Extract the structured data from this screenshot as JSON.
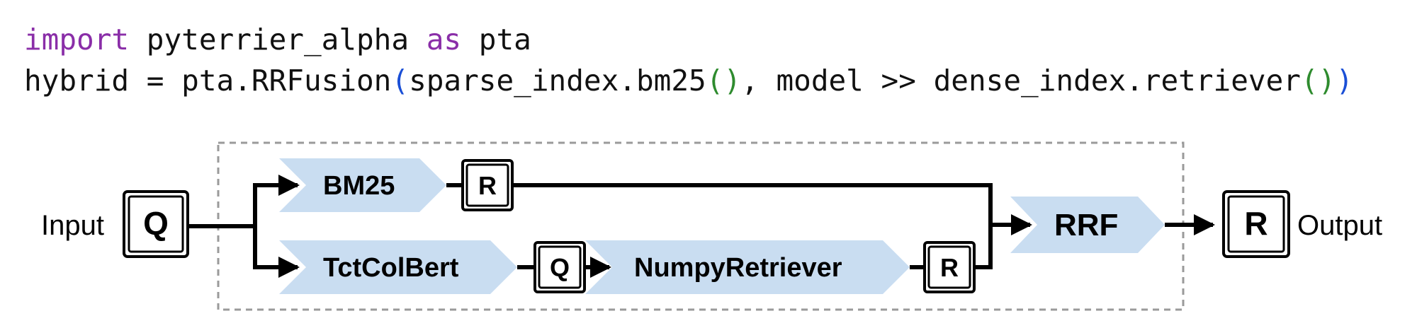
{
  "code": {
    "line1": {
      "kw_import": "import",
      "module": " pyterrier_alpha ",
      "kw_as": "as",
      "alias": " pta"
    },
    "line2": {
      "prefix": "hybrid = pta.RRFusion",
      "open_blue": "(",
      "arg1": "sparse_index.bm25",
      "open_green1": "(",
      "close_green1": ")",
      "middle": ", model >> dense_index.retriever",
      "open_green2": "(",
      "close_green2": ")",
      "close_blue": ")"
    }
  },
  "diagram": {
    "input_label": "Input",
    "output_label": "Output",
    "input_symbol": "Q",
    "output_symbol": "R",
    "bm25_label": "BM25",
    "bm25_result": "R",
    "tct_label": "TctColBert",
    "tct_query": "Q",
    "numpy_label": "NumpyRetriever",
    "numpy_result": "R",
    "rrf_label": "RRF",
    "colors": {
      "stage_fill": "#c9ddf1",
      "line": "#000000",
      "dashed_border": "#9a9a9a"
    }
  }
}
